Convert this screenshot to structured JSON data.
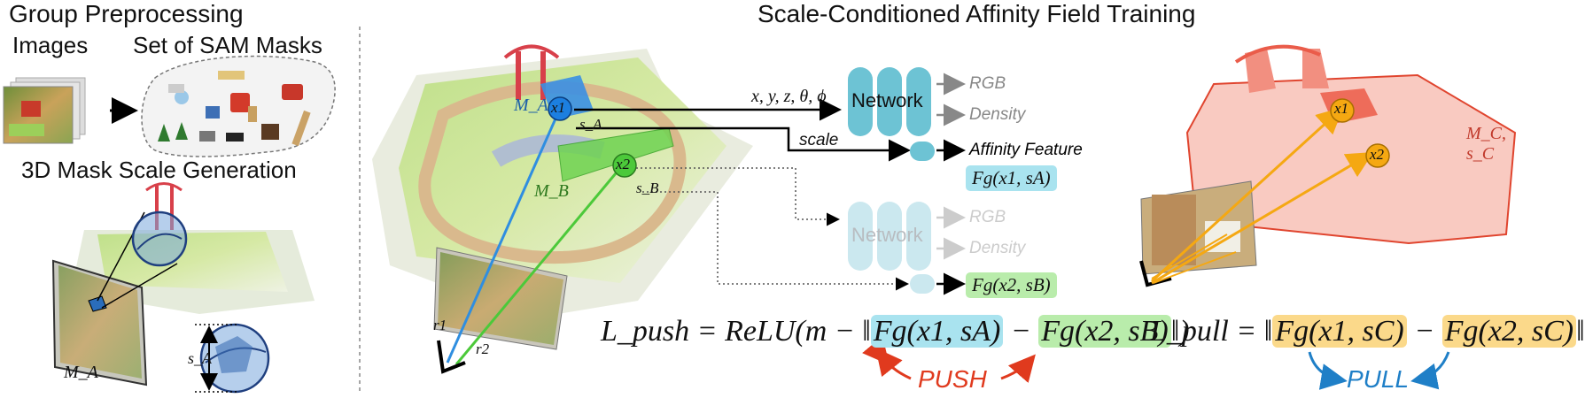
{
  "left_panel": {
    "title": "Group Preprocessing",
    "images_label": "Images",
    "masks_label": "Set of SAM Masks",
    "scale_title": "3D Mask Scale Generation",
    "mask_label": "M_A",
    "scale_label": "s_A"
  },
  "right_panel": {
    "title": "Scale-Conditioned Affinity Field Training",
    "mask_a": "M_A",
    "mask_b": "M_B",
    "point_1": "x1",
    "point_2": "x2",
    "scale_a": "s_A",
    "scale_b": "s_B",
    "ray_1": "r1",
    "ray_2": "r2",
    "network_inputs": "x, y, z, θ, ϕ",
    "scale_input": "scale",
    "network_label": "Network",
    "network_label_faded": "Network",
    "out_rgb": "RGB",
    "out_density": "Density",
    "out_affinity": "Affinity Feature",
    "out_rgb_faded": "RGB",
    "out_density_faded": "Density",
    "feat_a": "Fg(x1, sA)",
    "feat_b": "Fg(x2, sB)",
    "loss_push_left": "L_push = ReLU(m − ‖",
    "loss_push_a": "Fg(x1, sA)",
    "loss_push_minus": "−",
    "loss_push_b": "Fg(x2, sB)",
    "loss_push_right": "‖)",
    "push_label": "PUSH",
    "mask_c": "M_C, s_C",
    "loss_pull_left": "L_pull = ‖",
    "loss_pull_a": "Fg(x1, sC)",
    "loss_pull_minus": "−",
    "loss_pull_b": "Fg(x2, sC)",
    "loss_pull_right": "‖",
    "pull_label": "PULL"
  },
  "colors": {
    "blue": "#2f8ee0",
    "green": "#4cc93a",
    "orange": "#f5a812",
    "teal": "#6dc3d4",
    "teal_faded": "#cbe8ef",
    "cyan_chip": "#a9e3ef",
    "green_chip": "#b9ecab",
    "orange_chip": "#fbd98a",
    "red": "#e03a1e",
    "pull_blue": "#1f7fc7",
    "mask_red": "#c0392b"
  }
}
